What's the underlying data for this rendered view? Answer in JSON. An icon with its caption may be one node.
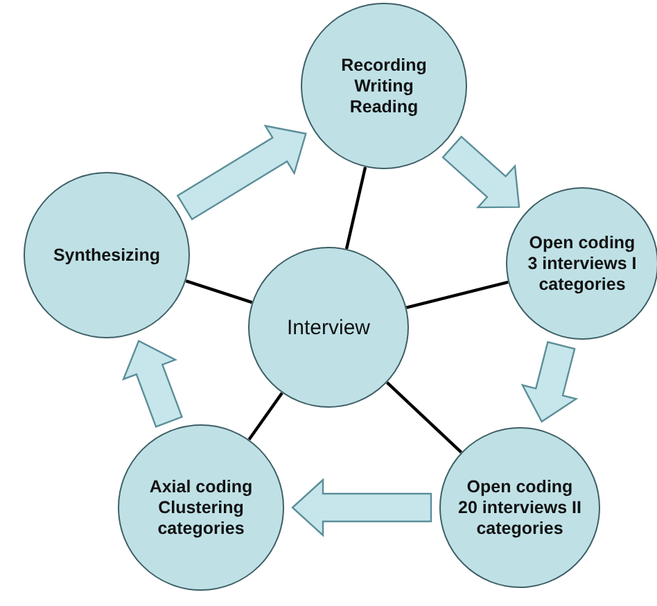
{
  "diagram": {
    "nodes": [
      {
        "text": [
          "Interview"
        ]
      },
      {
        "text": [
          "Recording Writing Reading"
        ]
      },
      {
        "text": [
          "Open coding 3 interviews I categories"
        ]
      },
      {
        "text": [
          "Open coding 20 interviews II categories"
        ]
      },
      {
        "text": [
          "Axial coding Clustering categories"
        ]
      },
      {
        "text": [
          "Synthesizing"
        ]
      }
    ],
    "edges": [
      {
        "from": 0,
        "to": 1,
        "arrow": "none"
      },
      {
        "from": 0,
        "to": 2,
        "arrow": "none"
      },
      {
        "from": 0,
        "to": 3,
        "arrow": "none"
      },
      {
        "from": 0,
        "to": 4,
        "arrow": "none"
      },
      {
        "from": 0,
        "to": 5,
        "arrow": "none"
      },
      {
        "from": 1,
        "to": 2,
        "arrow": "to",
        "style": "thick"
      },
      {
        "from": 2,
        "to": 3,
        "arrow": "to",
        "style": "thick"
      },
      {
        "from": 3,
        "to": 4,
        "arrow": "to",
        "style": "thick"
      },
      {
        "from": 4,
        "to": 5,
        "arrow": "to",
        "style": "thick"
      },
      {
        "from": 5,
        "to": 1,
        "arrow": "to",
        "style": "thick"
      }
    ]
  }
}
